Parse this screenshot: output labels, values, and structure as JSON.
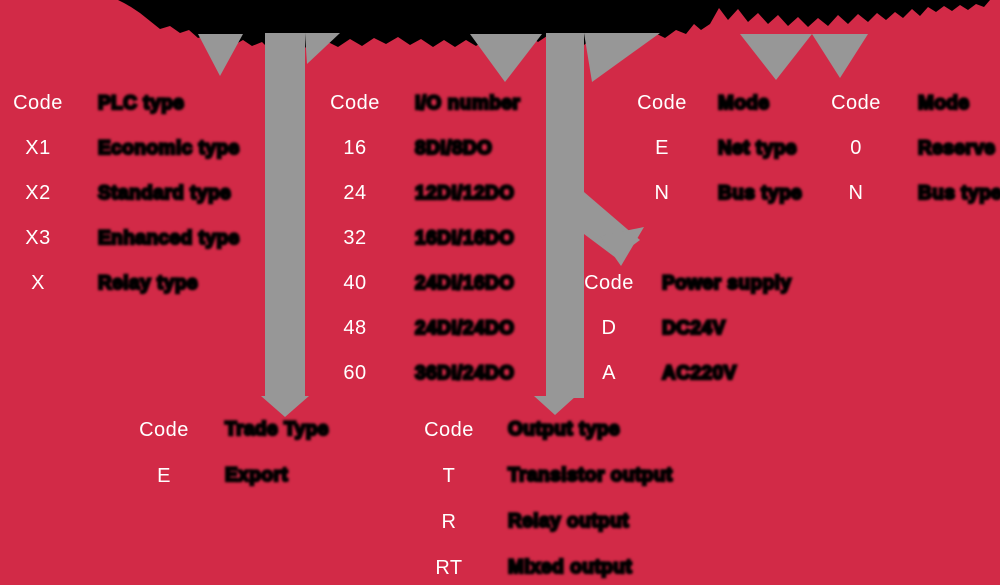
{
  "colors": {
    "background": "#D22A47",
    "arrow_gray": "#979797",
    "code_text": "#FFFFFF",
    "label_text": "#000000",
    "banner_black": "#000000"
  },
  "icons": [
    "down-arrow-plc-type-icon",
    "down-arrow-trade-type-icon",
    "down-arrow-io-number-icon",
    "down-arrow-output-type-icon",
    "down-arrow-power-supply-icon",
    "down-arrow-mode1-icon",
    "down-arrow-mode2-icon"
  ],
  "tables": {
    "plc_type": {
      "code_header": "Code",
      "label_header": "PLC type",
      "rows": [
        {
          "code": "X1",
          "label": "Economic type"
        },
        {
          "code": "X2",
          "label": "Standard type"
        },
        {
          "code": "X3",
          "label": "Enhanced type"
        },
        {
          "code": "X",
          "label": "Relay type"
        }
      ]
    },
    "io_number": {
      "code_header": "Code",
      "label_header": "I/O number",
      "rows": [
        {
          "code": "16",
          "label": "8DI/8DO"
        },
        {
          "code": "24",
          "label": "12DI/12DO"
        },
        {
          "code": "32",
          "label": "16DI/16DO"
        },
        {
          "code": "40",
          "label": "24DI/16DO"
        },
        {
          "code": "48",
          "label": "24DI/24DO"
        },
        {
          "code": "60",
          "label": "36DI/24DO"
        }
      ]
    },
    "mode_1": {
      "code_header": "Code",
      "label_header": "Mode",
      "rows": [
        {
          "code": "E",
          "label": "Net type"
        },
        {
          "code": "N",
          "label": "Bus type"
        }
      ]
    },
    "mode_2": {
      "code_header": "Code",
      "label_header": "Mode",
      "rows": [
        {
          "code": "0",
          "label": "Reserve"
        },
        {
          "code": "N",
          "label": "Bus type"
        }
      ]
    },
    "power_supply": {
      "code_header": "Code",
      "label_header": "Power supply",
      "rows": [
        {
          "code": "D",
          "label": "DC24V"
        },
        {
          "code": "A",
          "label": "AC220V"
        }
      ]
    },
    "trade_type": {
      "code_header": "Code",
      "label_header": "Trade Type",
      "rows": [
        {
          "code": "E",
          "label": "Export"
        }
      ]
    },
    "output_type": {
      "code_header": "Code",
      "label_header": "Output type",
      "rows": [
        {
          "code": "T",
          "label": "Transistor output"
        },
        {
          "code": "R",
          "label": "Relay output"
        },
        {
          "code": "RT",
          "label": "Mixed output"
        }
      ]
    }
  }
}
